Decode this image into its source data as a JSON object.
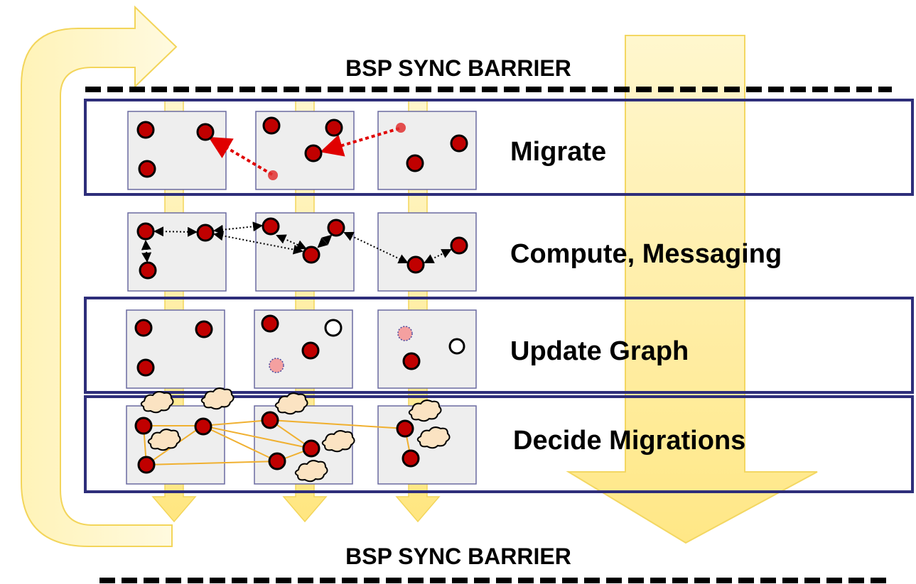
{
  "barriers": {
    "top": "BSP SYNC BARRIER",
    "bottom": "BSP SYNC BARRIER"
  },
  "phases": [
    {
      "id": "migrate",
      "label": "Migrate",
      "highlighted": true
    },
    {
      "id": "compute",
      "label": "Compute, Messaging",
      "highlighted": false
    },
    {
      "id": "update",
      "label": "Update Graph",
      "highlighted": true
    },
    {
      "id": "decide",
      "label": "Decide Migrations",
      "highlighted": true
    }
  ],
  "colors": {
    "frame": "#2e2e7a",
    "vertex": "#c00000",
    "ghost_vertex": "#f4a0a0",
    "arrow_fill": "#fff1a8",
    "arrow_stroke": "#f3d55a",
    "edge": "#f0b030",
    "migration_arrow": "#e00000",
    "cloud_fill": "#fbe3c2",
    "partition_fill": "#eeeeee"
  }
}
